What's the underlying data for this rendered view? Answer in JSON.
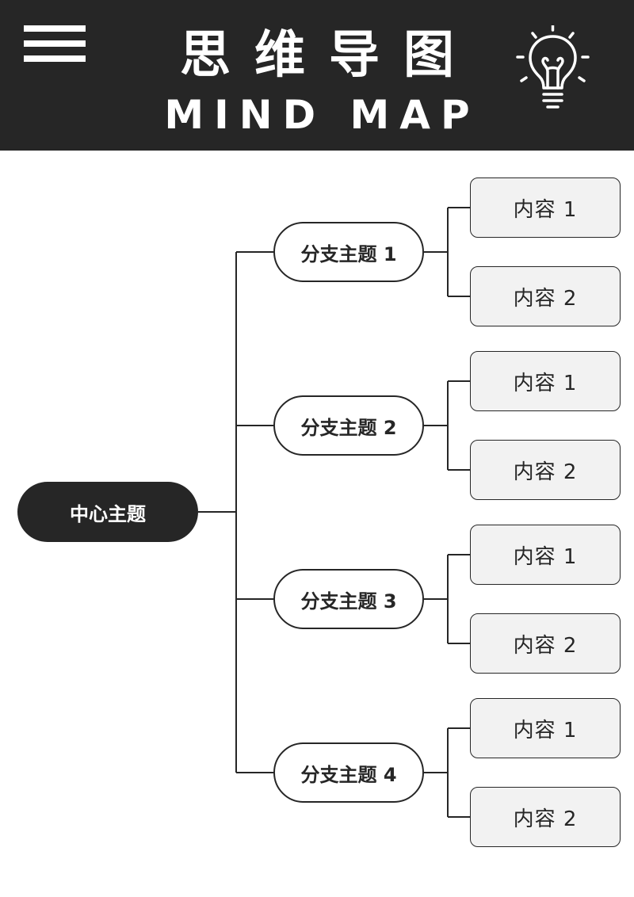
{
  "header": {
    "title_cn": "思维导图",
    "title_en": "MIND MAP",
    "menu_icon": "hamburger-menu-icon",
    "idea_icon": "lightbulb-icon",
    "background": "#262626"
  },
  "mindmap": {
    "center": "中心主题",
    "branches": [
      {
        "label": "分支主题 1",
        "leaves": [
          "内容 1",
          "内容 2"
        ]
      },
      {
        "label": "分支主题 2",
        "leaves": [
          "内容 1",
          "内容 2"
        ]
      },
      {
        "label": "分支主题 3",
        "leaves": [
          "内容 1",
          "内容 2"
        ]
      },
      {
        "label": "分支主题 4",
        "leaves": [
          "内容 1",
          "内容 2"
        ]
      }
    ]
  },
  "colors": {
    "dark": "#262626",
    "leaf_fill": "#f2f2f2",
    "white": "#ffffff"
  }
}
